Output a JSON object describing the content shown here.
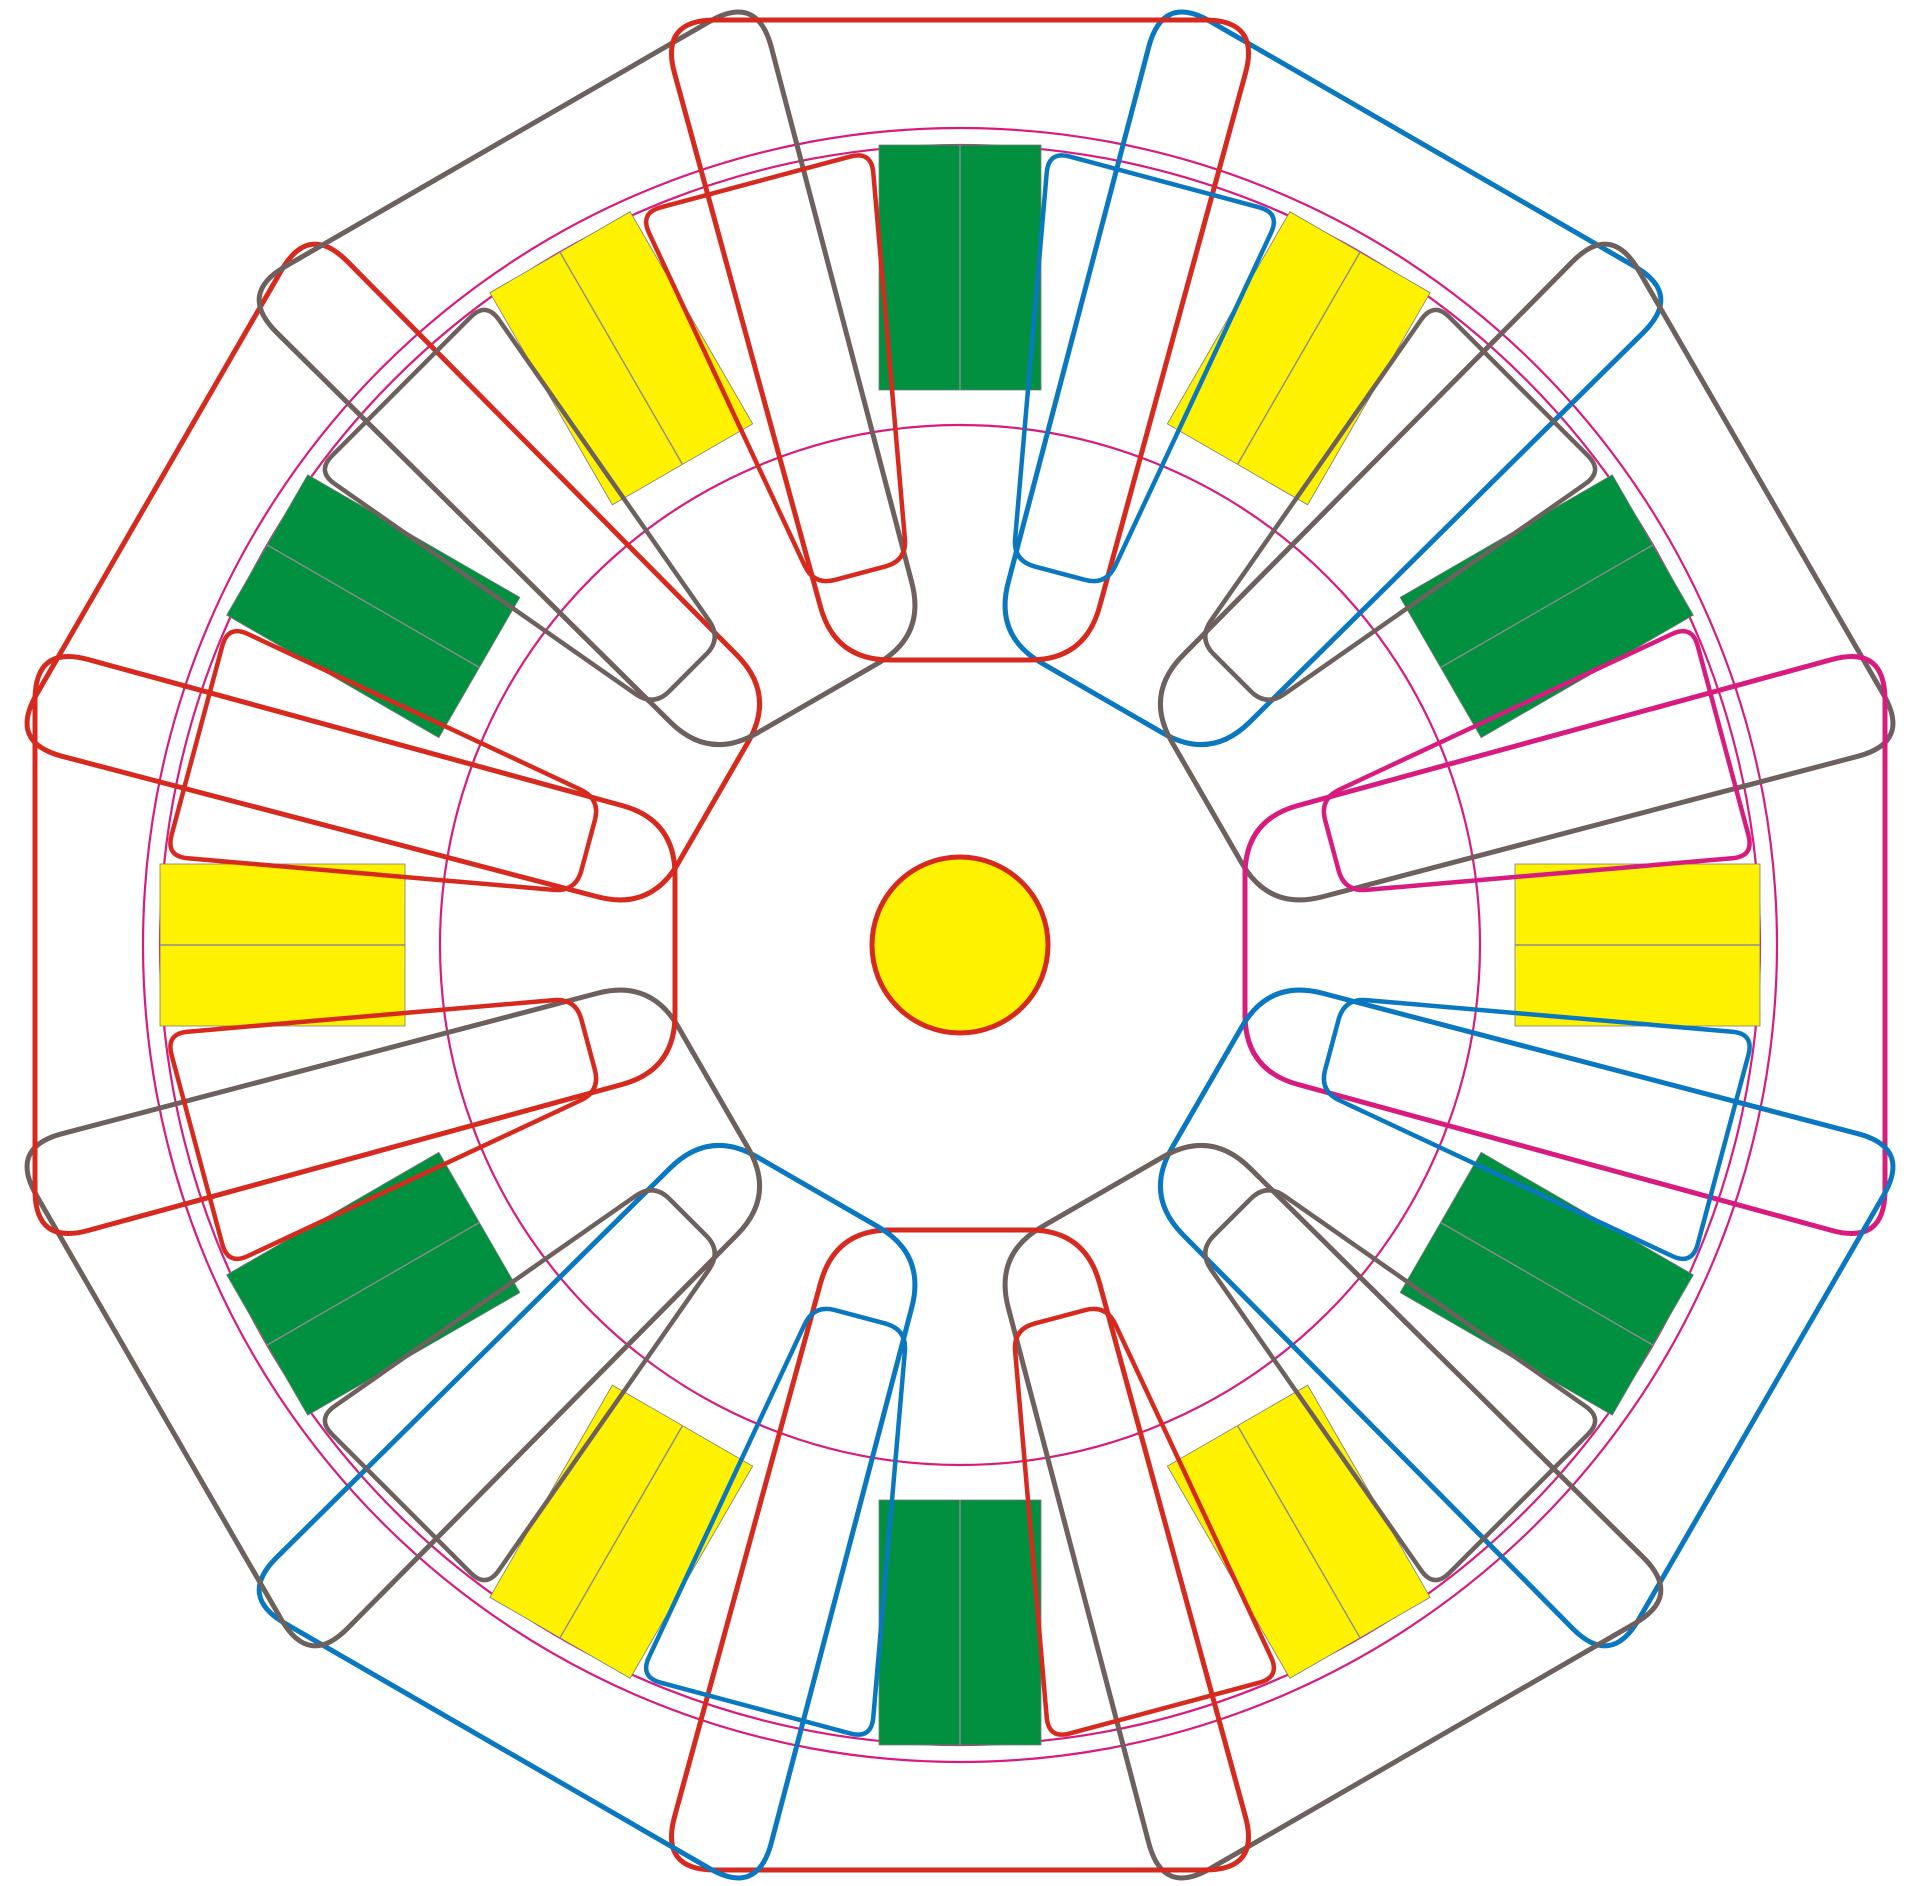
{
  "diagram": {
    "kind": "winding-layout",
    "rotor_slots": 12,
    "coils": 12,
    "colors": {
      "background": "#FFFFFF",
      "ring": "#D81B7E",
      "center_fill": "#FFF200",
      "center_stroke": "#D62A1F",
      "yellow_slot": "#FFF200",
      "green_slot": "#009040",
      "slot_divider": "#8C8C8C",
      "coil_red": "#D62A1F",
      "coil_blue": "#0A78C0",
      "coil_gray": "#6E615D",
      "coil_magenta": "#D81B7E"
    },
    "slot_sequence": [
      "yellow",
      "green",
      "yellow",
      "green",
      "yellow",
      "green",
      "yellow",
      "green",
      "yellow",
      "green",
      "yellow",
      "green"
    ],
    "coil_sequence": [
      "blue",
      "gray",
      "magenta",
      "blue",
      "gray",
      "red",
      "blue",
      "gray",
      "red",
      "red",
      "gray",
      "red"
    ],
    "inner_coil_sequence": [
      "blue",
      "gray",
      "magenta",
      "blue",
      "gray",
      "red",
      "blue",
      "gray",
      "red",
      "red",
      "gray",
      "red"
    ]
  }
}
